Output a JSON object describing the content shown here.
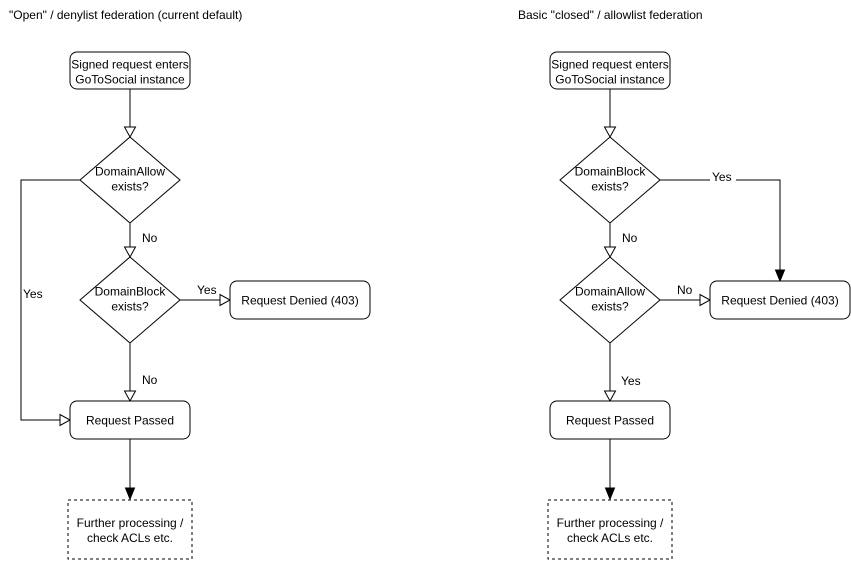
{
  "colors": {
    "stroke": "#000000",
    "background": "#ffffff"
  },
  "left": {
    "title": "\"Open\" / denylist federation (current default)",
    "start": {
      "line1": "Signed request enters",
      "line2": "GoToSocial instance"
    },
    "decision1": {
      "line1": "DomainAllow",
      "line2": "exists?",
      "yes": "Yes",
      "no": "No"
    },
    "decision2": {
      "line1": "DomainBlock",
      "line2": "exists?",
      "yes": "Yes",
      "no": "No"
    },
    "denied": "Request Denied (403)",
    "passed": "Request Passed",
    "further": {
      "line1": "Further processing /",
      "line2": "check ACLs etc."
    }
  },
  "right": {
    "title": "Basic \"closed\" / allowlist federation",
    "start": {
      "line1": "Signed request enters",
      "line2": "GoToSocial instance"
    },
    "decision1": {
      "line1": "DomainBlock",
      "line2": "exists?",
      "yes": "Yes",
      "no": "No"
    },
    "decision2": {
      "line1": "DomainAllow",
      "line2": "exists?",
      "yes": "Yes",
      "no": "No"
    },
    "denied": "Request Denied (403)",
    "passed": "Request Passed",
    "further": {
      "line1": "Further processing /",
      "line2": "check ACLs etc."
    }
  }
}
